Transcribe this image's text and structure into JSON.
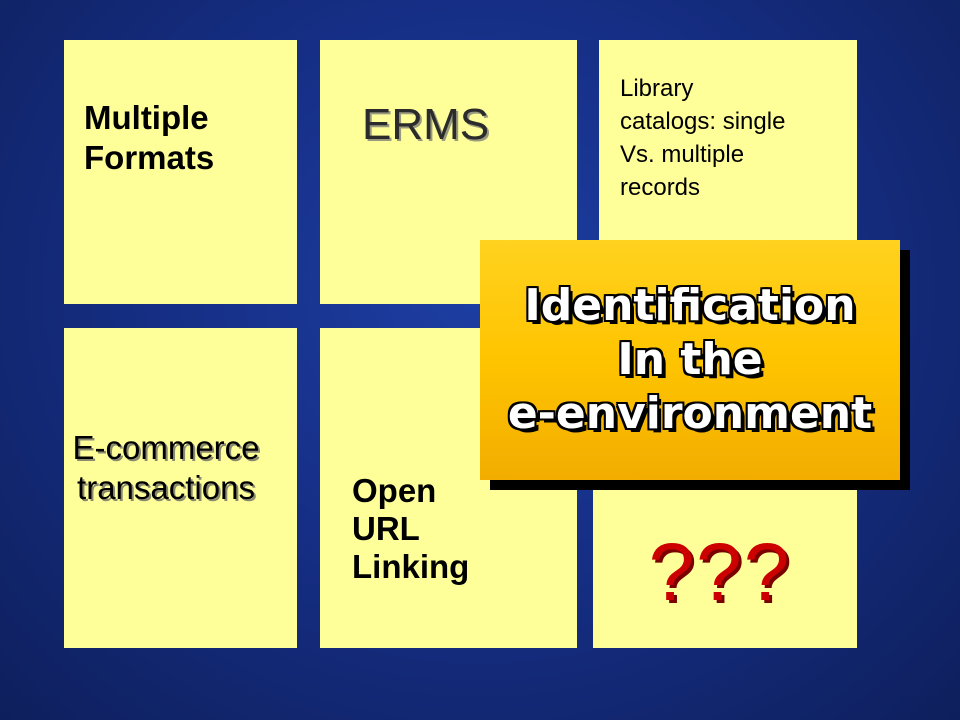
{
  "tiles": [
    {
      "lines": [
        "Multiple",
        "Formats"
      ]
    },
    {
      "lines": [
        "ERMS"
      ]
    },
    {
      "lines": [
        "Library",
        "catalogs: single",
        "Vs. multiple",
        "records"
      ]
    },
    {
      "lines": [
        "E-commerce",
        "transactions"
      ]
    },
    {
      "lines": [
        "Open",
        "URL",
        "Linking"
      ]
    },
    {
      "lines": [
        "???"
      ]
    }
  ],
  "callout": {
    "lines": [
      "Identification",
      "In the",
      "e-environment"
    ]
  },
  "colors": {
    "tile": "#ffff99",
    "callout": "#ffc400",
    "question_marks": "#cc0000",
    "background": "#162f86"
  }
}
